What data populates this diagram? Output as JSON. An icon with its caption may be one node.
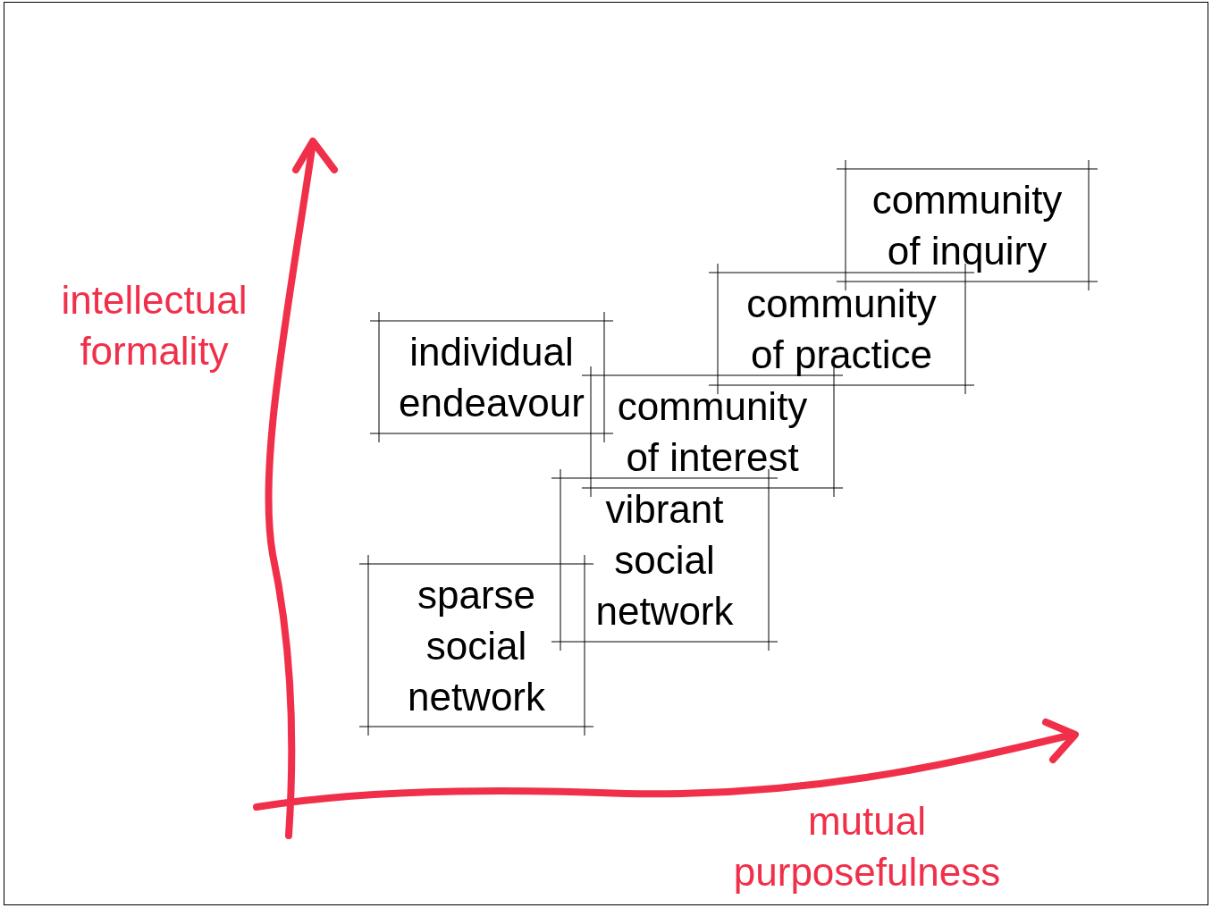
{
  "diagram": {
    "nodes": [
      {
        "text": [
          "community of inquiry"
        ]
      },
      {
        "text": [
          "community of practice"
        ]
      },
      {
        "text": [
          "individual endeavour"
        ]
      },
      {
        "text": [
          "community of interest"
        ]
      },
      {
        "text": [
          "vibrant social network"
        ]
      },
      {
        "text": [
          "sparse social network"
        ]
      }
    ],
    "labels": [
      "intellectual formality",
      "mutual purposefulness"
    ]
  }
}
